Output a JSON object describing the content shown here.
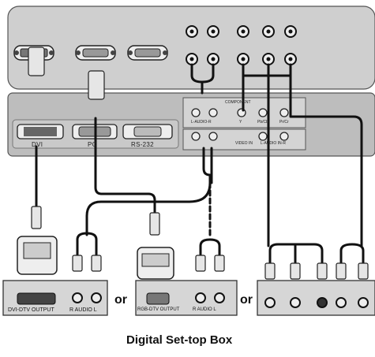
{
  "tv_panel": {
    "dvi_label": "DVI",
    "pc_label": "PC",
    "rs232_label": "RS-232",
    "component_label": "COMPONENT",
    "component_ports": [
      "L-AUDIO-R",
      "Y",
      "Pb/Cb",
      "Pr/Cr"
    ],
    "video_in_label": "VIDEO IN",
    "laudio_in_label": "L-AUDIO IN-R"
  },
  "devices": {
    "dvi_output_label": "DVI-DTV OUTPUT",
    "dvi_audio_label": "R  AUDIO  L",
    "rgb_output_label": "RGB-DTV OUTPUT",
    "rgb_audio_label": "R  AUDIO  L"
  },
  "connectors": {
    "or_1": "or",
    "or_2": "or"
  },
  "caption": "Digital Set-top Box",
  "colors": {
    "panel": "#cfcfcf",
    "panel_dark": "#a9a9a9",
    "cable": "#111111",
    "device": "#d6d6d6"
  }
}
